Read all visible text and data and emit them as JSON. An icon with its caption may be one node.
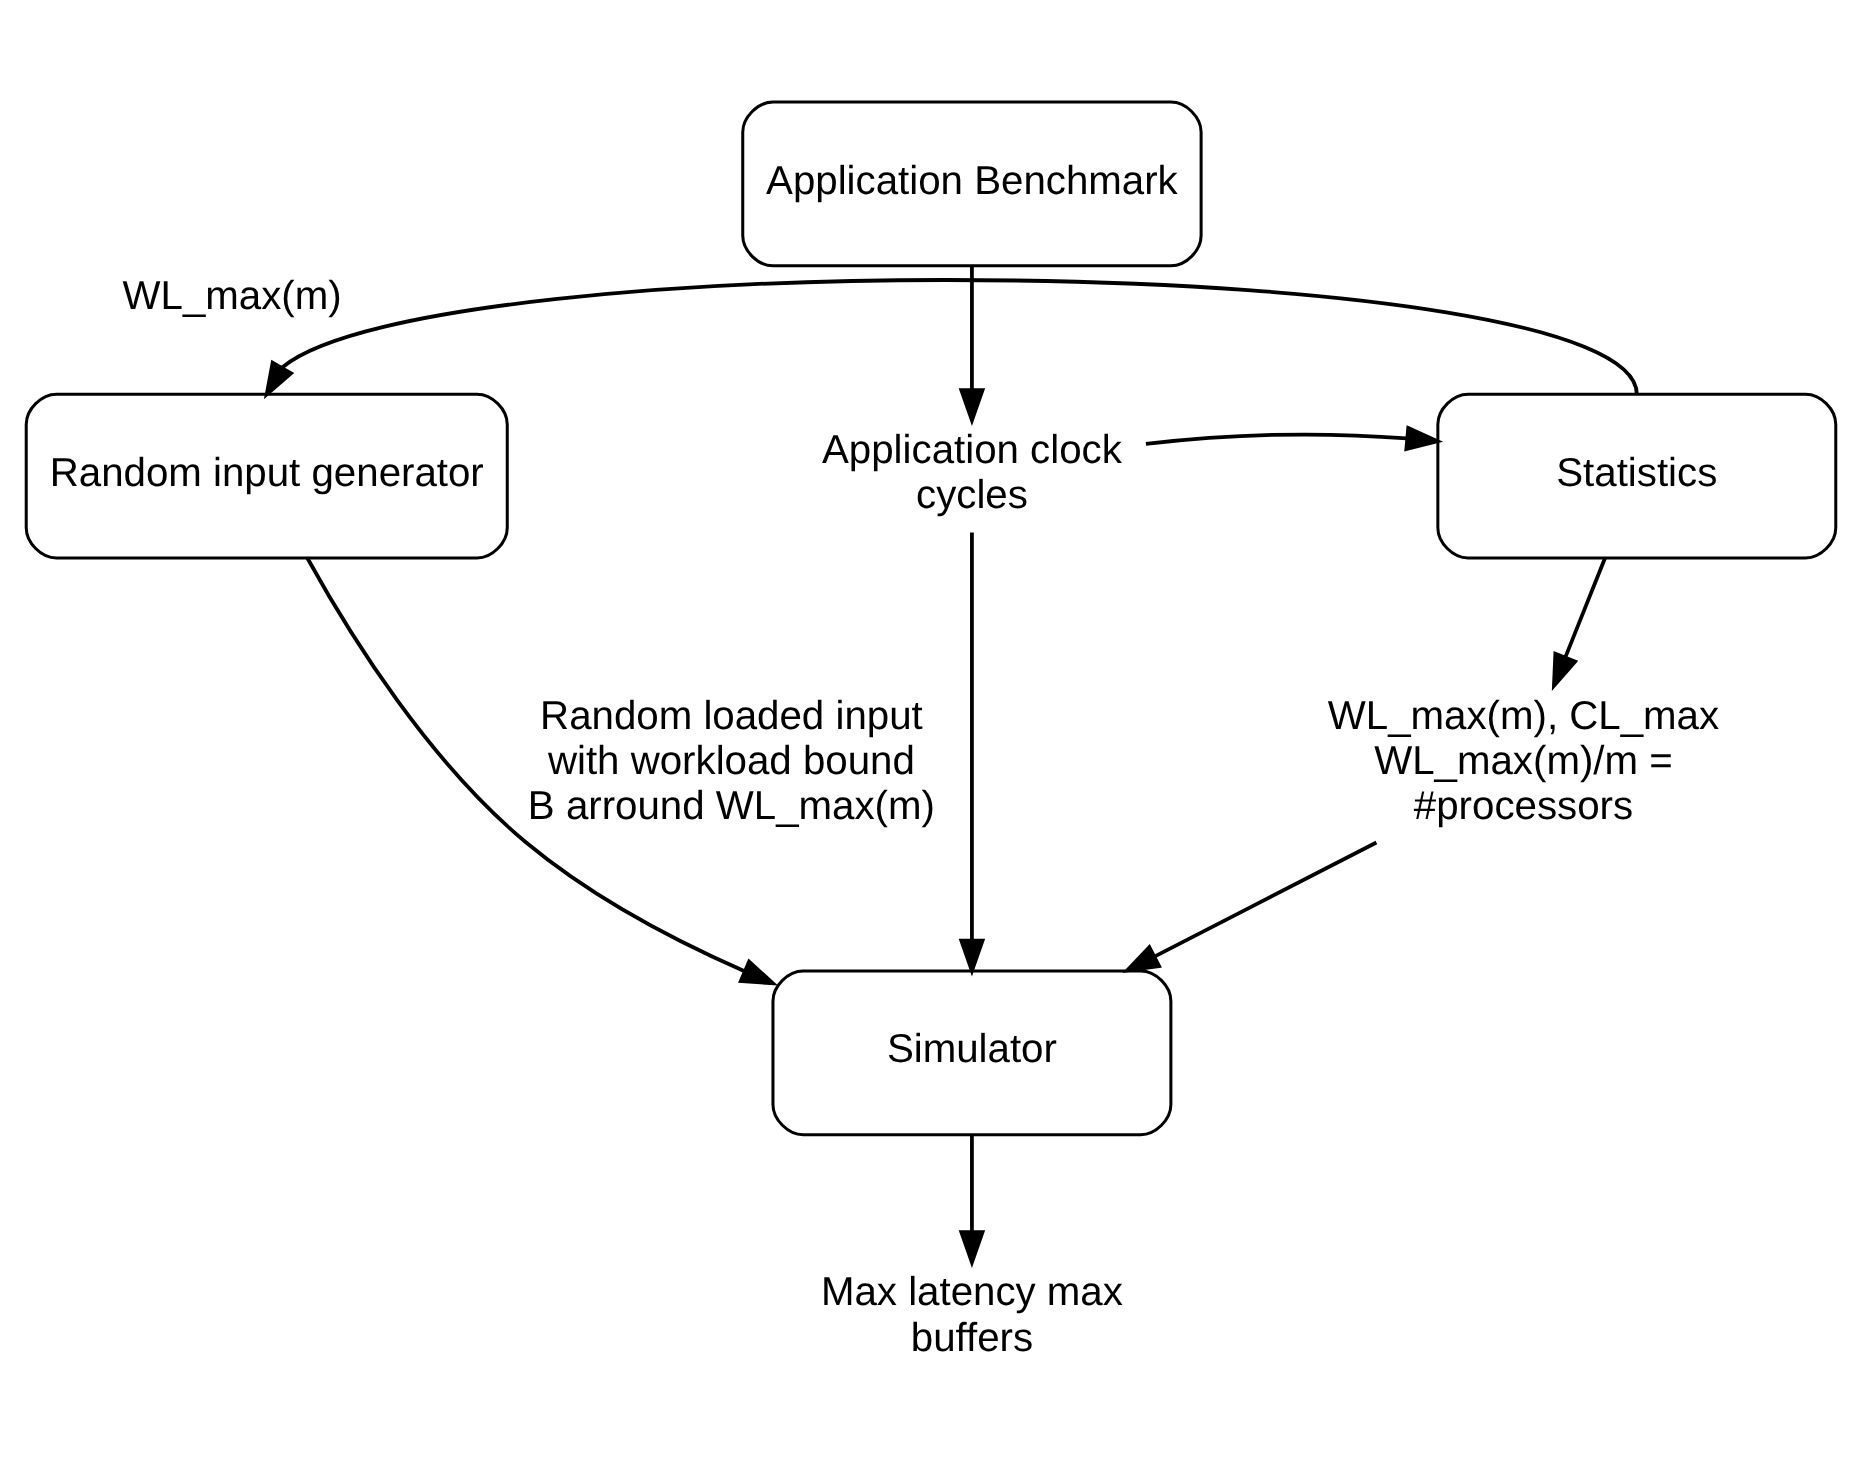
{
  "diagram": {
    "nodes": [
      {
        "text": [
          "Application Benchmark"
        ]
      },
      {
        "text": [
          "Application clock cycles"
        ]
      },
      {
        "text": [
          "Random input generator"
        ]
      },
      {
        "text": [
          "Statistics"
        ]
      },
      {
        "text": [
          "WL_max(m), CL_max WL_max(m)/m = #processors"
        ]
      },
      {
        "text": [
          "Simulator"
        ]
      },
      {
        "text": [
          "Max latency max buffers"
        ]
      }
    ],
    "edges": [
      {
        "from": 0,
        "to": 1,
        "arrow": "to"
      },
      {
        "from": 1,
        "to": 3,
        "arrow": "to"
      },
      {
        "from": 3,
        "to": 2,
        "arrow": "to",
        "label": "WL_max(m)"
      },
      {
        "from": 3,
        "to": 4,
        "arrow": "to"
      },
      {
        "from": 2,
        "to": 5,
        "arrow": "to",
        "label": "Random loaded input with workload bound B arround WL_max(m)"
      },
      {
        "from": 1,
        "to": 5,
        "arrow": "to"
      },
      {
        "from": 4,
        "to": 5,
        "arrow": "to"
      },
      {
        "from": 5,
        "to": 6,
        "arrow": "to"
      }
    ]
  }
}
